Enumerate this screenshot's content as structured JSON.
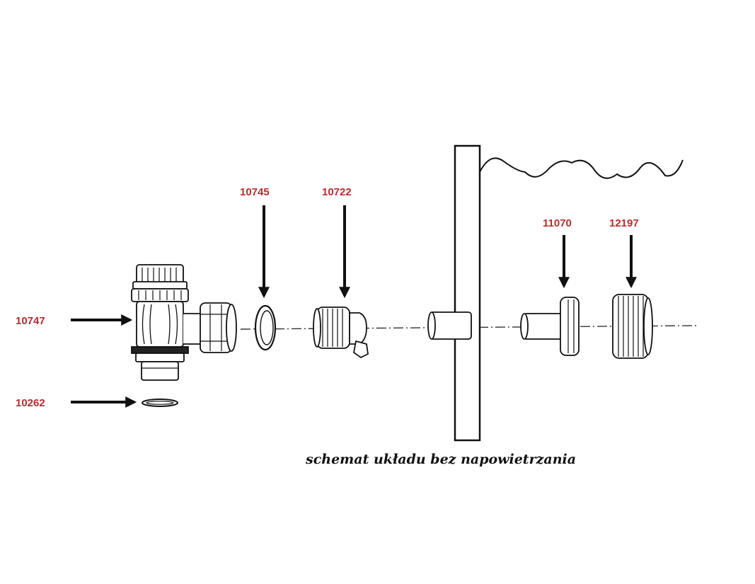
{
  "diagram": {
    "caption": "schemat układu bez napowietrzania",
    "label_color": "#c0282d",
    "line_color": "#111111",
    "parts": [
      {
        "id": "10747"
      },
      {
        "id": "10262"
      },
      {
        "id": "10745"
      },
      {
        "id": "10722"
      },
      {
        "id": "11070"
      },
      {
        "id": "12197"
      }
    ]
  }
}
